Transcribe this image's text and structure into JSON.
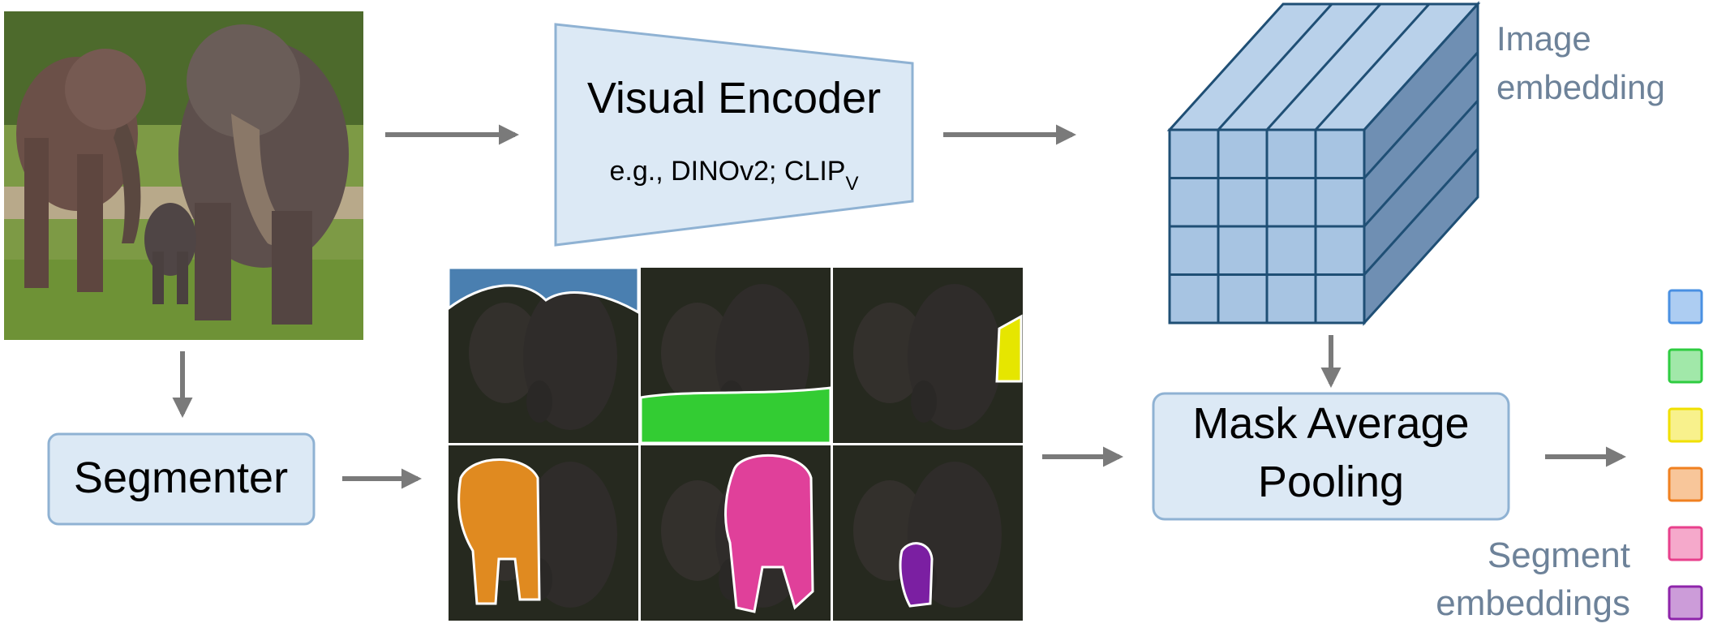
{
  "encoder": {
    "title": "Visual Encoder",
    "subtitle_main": "e.g., DINOv2; CLIP",
    "subtitle_sub": "V"
  },
  "segmenter": {
    "label": "Segmenter"
  },
  "pooling": {
    "line1": "Mask Average",
    "line2": "Pooling"
  },
  "image_embedding": {
    "line1": "Image",
    "line2": "embedding"
  },
  "segment_embeddings": {
    "line1": "Segment",
    "line2": "embeddings",
    "colors": [
      "#4a90e2",
      "#2ecc40",
      "#f0e000",
      "#f08020",
      "#e8408c",
      "#8e24aa"
    ]
  },
  "mask_colors": [
    "#4a7fb0",
    "#33cc33",
    "#e6e600",
    "#e08a20",
    "#e0409a",
    "#7b1fa2"
  ],
  "colors": {
    "box_fill": "#dce9f5",
    "box_stroke": "#8fb2d3",
    "arrow": "#7a7a7a",
    "cube_front": "#a7c4e2",
    "cube_side": "#6f8fb3",
    "cube_top": "#b9d1ea",
    "cube_edge": "#1f4f75",
    "label_muted": "#6d8299"
  }
}
